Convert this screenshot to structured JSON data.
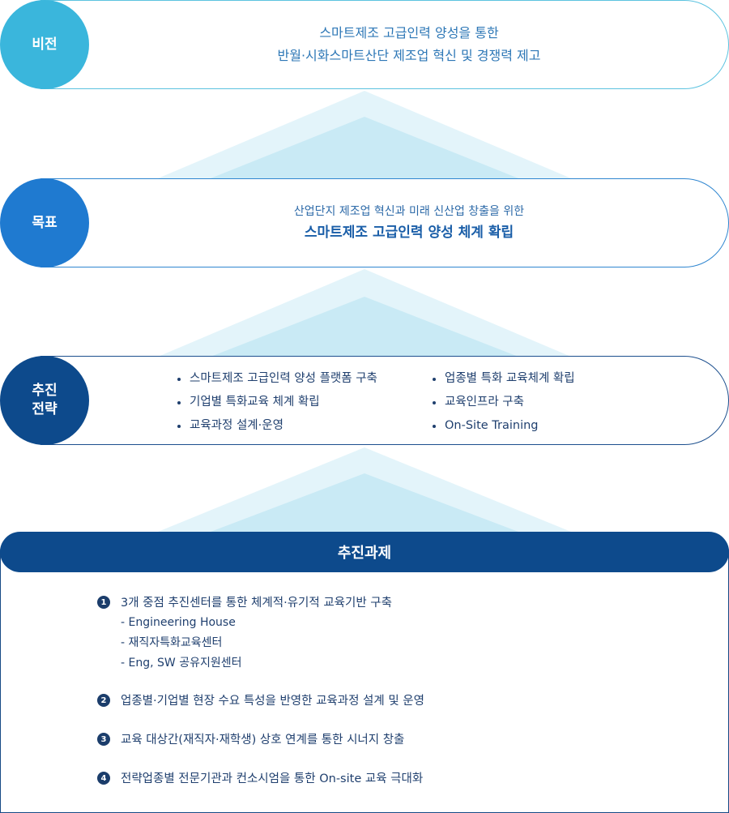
{
  "vision": {
    "label": "비전",
    "lines": [
      "스마트제조 고급인력 양성을 통한",
      "반월·시화스마트산단 제조업 혁신 및 경쟁력 제고"
    ]
  },
  "goal": {
    "label": "목표",
    "subtitle": "산업단지 제조업 혁신과 미래 신산업 창출을 위한",
    "main": "스마트제조 고급인력 양성 체계 확립"
  },
  "strategy": {
    "label": "추진\n전략",
    "col1": [
      "스마트제조 고급인력 양성 플랫폼 구축",
      "기업별 특화교육 체계 확립",
      "교육과정 설계·운영"
    ],
    "col2": [
      "업종별 특화 교육체계 확립",
      "교육인프라 구축",
      "On-Site Training"
    ]
  },
  "tasks": {
    "header": "추진과제",
    "items": [
      {
        "num": "1",
        "title": "3개 중점 추진센터를 통한 체계적·유기적 교육기반 구축",
        "subs": [
          "- Engineering House",
          "- 재직자특화교육센터",
          "- Eng, SW 공유지원센터"
        ]
      },
      {
        "num": "2",
        "title": "업종별·기업별 현장 수요 특성을 반영한 교육과정 설계 및 운영",
        "subs": []
      },
      {
        "num": "3",
        "title": "교육 대상간(재직자·재학생) 상호 연계를 통한 시너지 창출",
        "subs": []
      },
      {
        "num": "4",
        "title": "전략업종별 전문기관과 컨소시엄을 통한 On-site 교육 극대화",
        "subs": []
      }
    ]
  },
  "colors": {
    "vision": "#3ab6dc",
    "goal": "#1f7ad0",
    "strategy": "#0d4a8c",
    "chevron_light": "#e3f4fa",
    "chevron_mid": "#c9eaf5"
  }
}
